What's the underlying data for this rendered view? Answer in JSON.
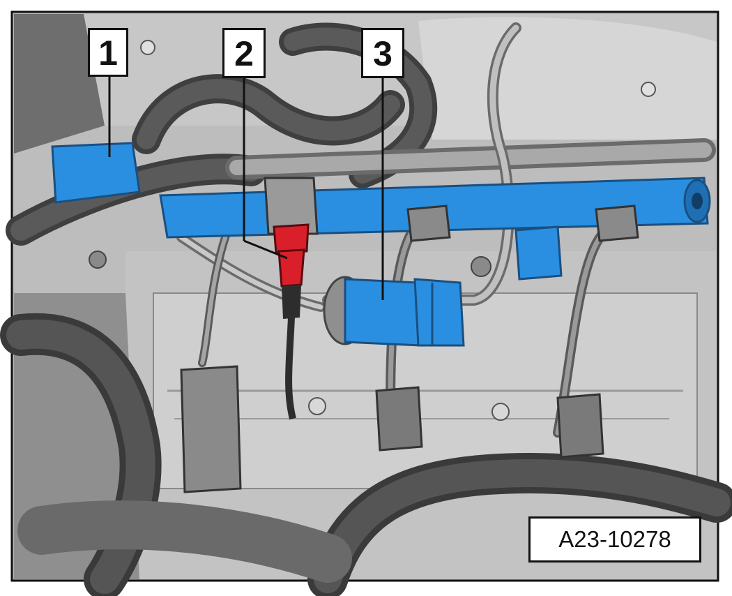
{
  "callouts": {
    "c1": "1",
    "c2": "2",
    "c3": "3"
  },
  "reference_code": "A23-10278",
  "colors": {
    "highlight_blue": "#2a8fe0",
    "highlight_red": "#d9202a",
    "engine_gray": "#a6a6a6",
    "hose_dark": "#4a4a4a"
  }
}
